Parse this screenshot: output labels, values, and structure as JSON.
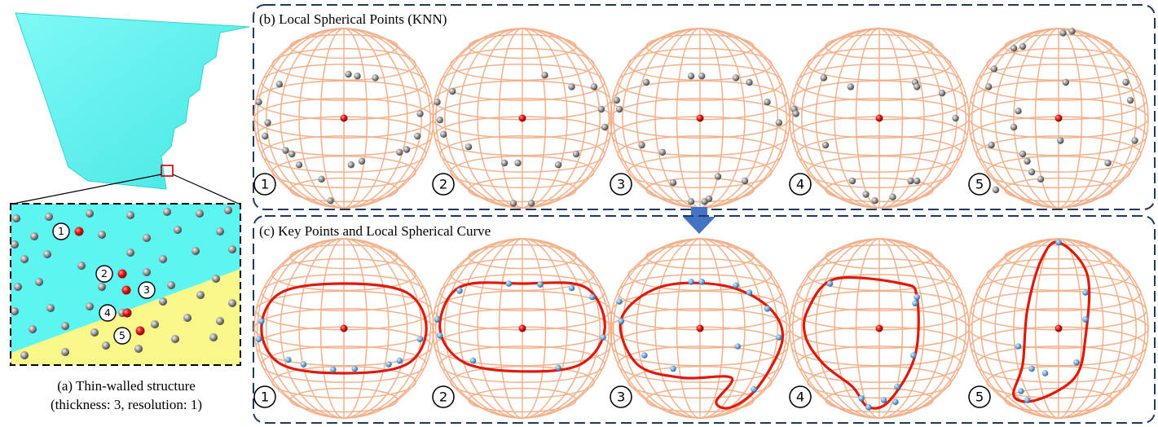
{
  "panel_a": {
    "caption_line1": "(a) Thin-walled structure",
    "caption_line2": "(thickness: 3, resolution: 1)",
    "markers": [
      "1",
      "2",
      "3",
      "4",
      "5"
    ]
  },
  "panel_b": {
    "title": "(b) Local Spherical Points (KNN)",
    "indices": [
      "1",
      "2",
      "3",
      "4",
      "5"
    ]
  },
  "panel_c": {
    "title": "(c) Key Points and Local Spherical Curve",
    "indices": [
      "1",
      "2",
      "3",
      "4",
      "5"
    ]
  },
  "colors": {
    "surface": "#5cf5f2",
    "wall": "#f8f88a",
    "grid": "#f4b08a",
    "border": "#1f3a5f",
    "arrow": "#4472c4",
    "curve": "#e0190b",
    "keypoint": "#6aa6d8",
    "neighbor": "#8a8a8a",
    "center": "#e01010"
  }
}
